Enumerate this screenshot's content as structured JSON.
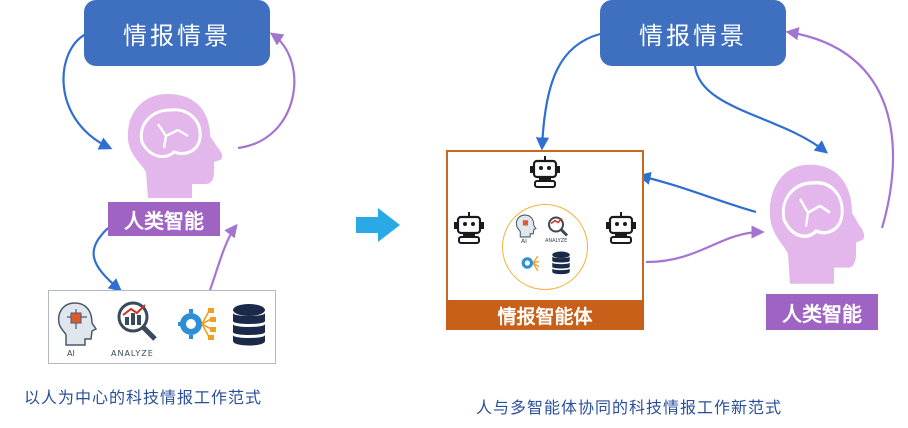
{
  "left": {
    "intel_box": "情报情景",
    "human_label": "人类智能",
    "tools": [
      "AI",
      "ANALYZE"
    ],
    "caption": "以人为中心的科技情报工作范式"
  },
  "right": {
    "intel_box": "情报情景",
    "human_label": "人类智能",
    "agent_label": "情报智能体",
    "tools": [
      "AI",
      "ANALYZE"
    ],
    "caption": "人与多智能体协同的科技情报工作新范式"
  },
  "icons": [
    "brain-head-icon",
    "ai-head-icon",
    "analyze-icon",
    "gear-network-icon",
    "database-icon",
    "robot-icon",
    "arrow-right-icon"
  ],
  "colors": {
    "intel_blue": "#3f6fbf",
    "human_purple": "#9f63c4",
    "head_purple": "#e3b7ec",
    "agent_orange": "#c8601a",
    "arrow_blue": "#2f6fcf",
    "arrow_purple": "#a374d2",
    "arrow_red": "#d0301c",
    "transition_arrow": "#29a9e6",
    "caption_blue": "#2a4f9a"
  }
}
